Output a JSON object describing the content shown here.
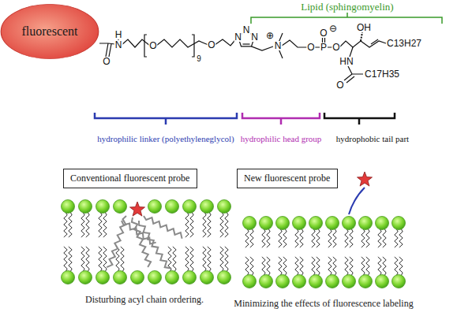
{
  "diagram": {
    "nodes": [
      {
        "text": [
          "fluorescent"
        ]
      },
      {
        "text": [
          "Conventional fluorescent probe"
        ]
      },
      {
        "text": [
          "New fluorescent probe"
        ]
      }
    ],
    "labels": [
      "Lipid (sphingomyelin)",
      "O",
      "H",
      "N",
      "O",
      "9",
      "O",
      "N",
      "N",
      "N",
      "⊕",
      "N",
      "O",
      "⊖",
      "O",
      "P",
      "O",
      "OH",
      "C13H27",
      "HN",
      "O",
      "C17H35",
      "hydrophilic linker (polyethyleneglycol)",
      "hydrophilic head group",
      "hydrophobic tail part",
      "Disturbing acyl chain ordering.",
      "Minimizing the effects of fluorescence labeling"
    ]
  }
}
